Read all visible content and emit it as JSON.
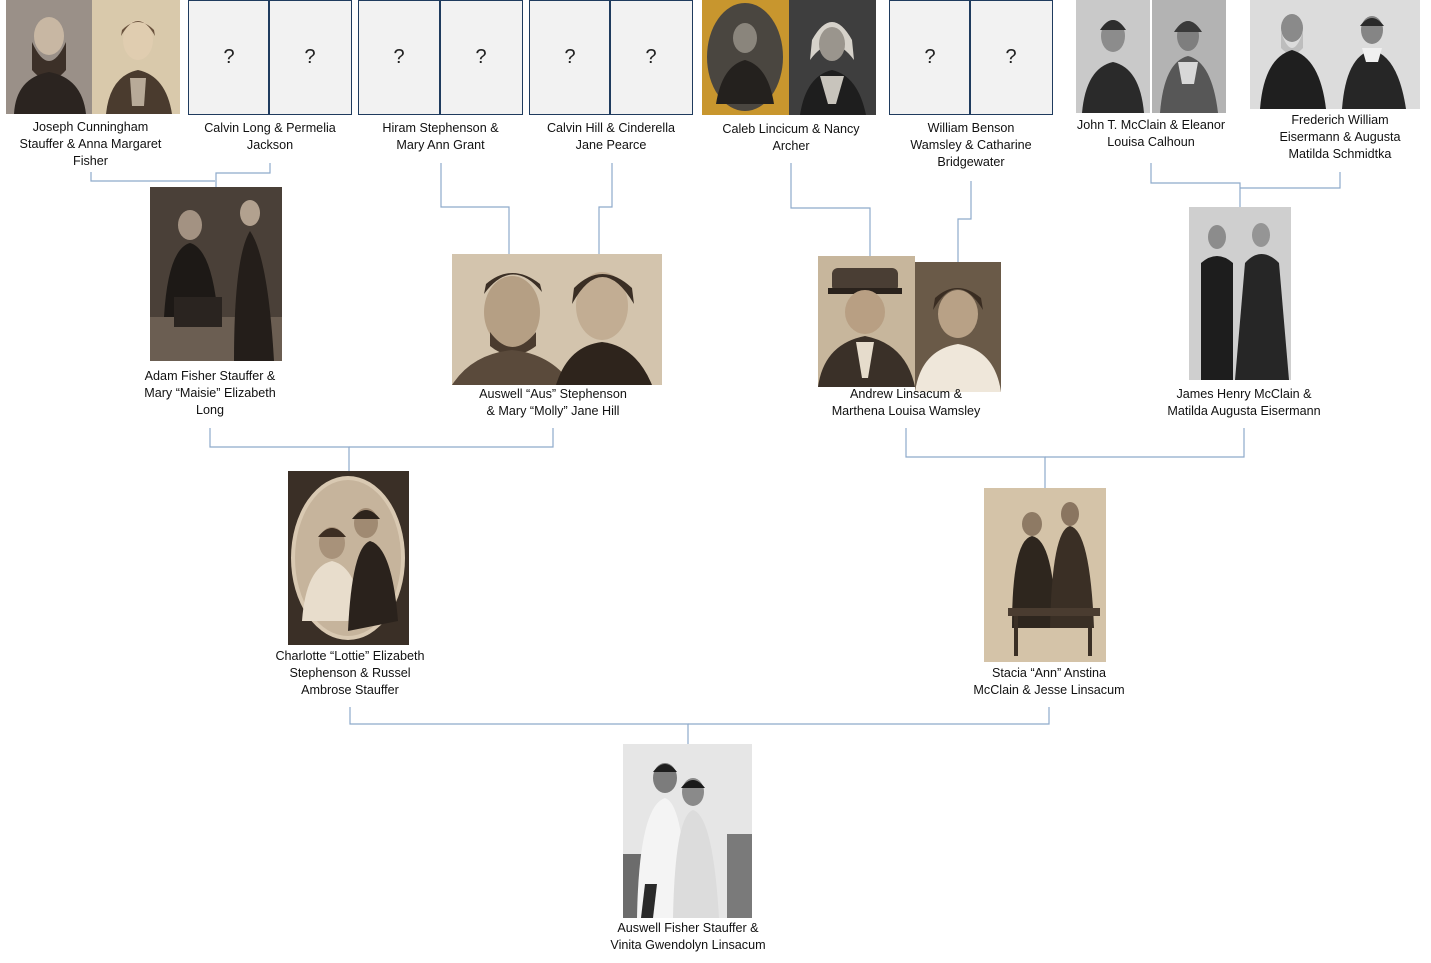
{
  "tree": {
    "couples": [
      {
        "id": "c1",
        "label": "Joseph Cunningham\nStauffer & Anna Margaret\nFisher",
        "photo": "portrait-pair",
        "unknown": false
      },
      {
        "id": "c2",
        "label": "Calvin Long & Permelia\nJackson",
        "photo": "unknown",
        "unknown": true,
        "mark": "?"
      },
      {
        "id": "c3",
        "label": "Hiram Stephenson &\nMary Ann Grant",
        "photo": "unknown",
        "unknown": true,
        "mark": "?"
      },
      {
        "id": "c4",
        "label": "Calvin Hill & Cinderella\nJane Pearce",
        "photo": "unknown",
        "unknown": true,
        "mark": "?"
      },
      {
        "id": "c5",
        "label": "Caleb Lincicum & Nancy\nArcher",
        "photo": "tintype-pair",
        "unknown": false
      },
      {
        "id": "c6",
        "label": "William Benson\nWamsley & Catharine\nBridgewater",
        "photo": "unknown",
        "unknown": true,
        "mark": "?"
      },
      {
        "id": "c7",
        "label": "John T. McClain & Eleanor\nLouisa Calhoun",
        "photo": "portrait-pair",
        "unknown": false
      },
      {
        "id": "c8",
        "label": "Frederich William\nEisermann & Augusta\nMatilda Schmidtka",
        "photo": "portrait-pair",
        "unknown": false
      },
      {
        "id": "c9",
        "label": "Adam Fisher Stauffer &\nMary “Maisie” Elizabeth\nLong",
        "photo": "couple-photo",
        "unknown": false
      },
      {
        "id": "c10",
        "label": "Auswell “Aus” Stephenson\n& Mary “Molly” Jane Hill",
        "photo": "couple-photo",
        "unknown": false
      },
      {
        "id": "c11",
        "label": "Andrew Linsacum &\nMarthena Louisa Wamsley",
        "photo": "portrait-pair",
        "unknown": false
      },
      {
        "id": "c12",
        "label": "James Henry McClain &\nMatilda Augusta Eisermann",
        "photo": "couple-photo",
        "unknown": false
      },
      {
        "id": "c13",
        "label": "Charlotte “Lottie” Elizabeth\nStephenson & Russel\nAmbrose Stauffer",
        "photo": "oval-portrait",
        "unknown": false
      },
      {
        "id": "c14",
        "label": "Stacia “Ann” Anstina\nMcClain & Jesse Linsacum",
        "photo": "couple-photo",
        "unknown": false
      },
      {
        "id": "c15",
        "label": "Auswell Fisher Stauffer &\nVinita Gwendolyn Linsacum",
        "photo": "couple-photo",
        "unknown": false
      }
    ],
    "colors": {
      "connector": "#8eaacb",
      "unknown_border": "#1f3b5e",
      "unknown_fill": "#f2f2f2",
      "sepia_dark": "#3b2f25",
      "sepia_light": "#cdbba0"
    }
  }
}
